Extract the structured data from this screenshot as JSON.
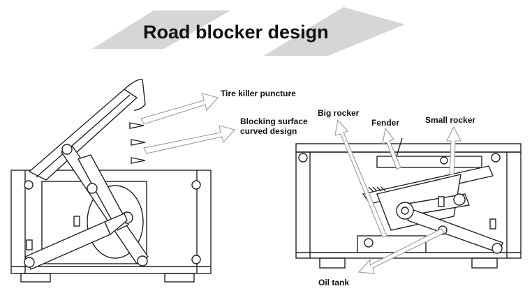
{
  "title": "Road blocker design",
  "labels": {
    "tire_killer": "Tire killer puncture",
    "blocking_surface_1": "Blocking surface",
    "blocking_surface_2": "curved design",
    "big_rocker": "Big rocker",
    "fender": "Fender",
    "small_rocker": "Small rocker",
    "oil_tank": "Oil tank"
  },
  "colors": {
    "banner": "#d4d4d4",
    "line": "#222222",
    "arrow_outline": "#9a9a9a"
  }
}
